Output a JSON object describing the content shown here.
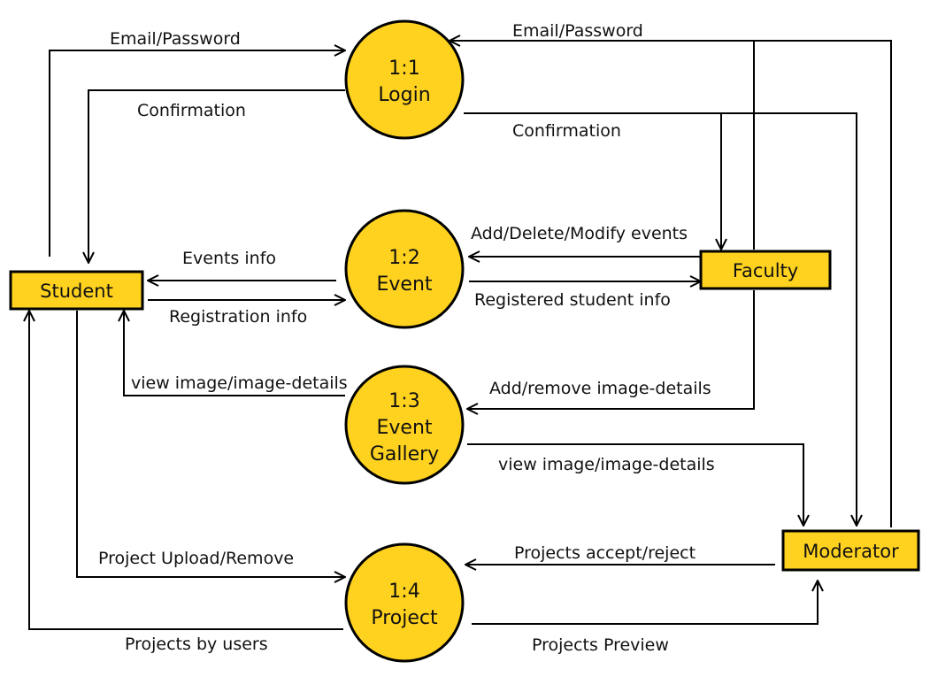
{
  "colors": {
    "fill": "#FFD21F",
    "stroke": "#000000",
    "line": "#000000",
    "text": "#111111"
  },
  "entities": {
    "student": "Student",
    "faculty": "Faculty",
    "moderator": "Moderator"
  },
  "processes": {
    "p1": {
      "id": "1:1",
      "name": "Login"
    },
    "p2": {
      "id": "1:2",
      "name": "Event"
    },
    "p3": {
      "id": "1:3",
      "name1": "Event",
      "name2": "Gallery"
    },
    "p4": {
      "id": "1:4",
      "name": "Project"
    }
  },
  "flows": {
    "student_login": "Email/Password",
    "login_student": "Confirmation",
    "moderator_login": "Email/Password",
    "login_faculty": "Confirmation",
    "faculty_event": "Add/Delete/Modify events",
    "event_faculty": "Registered student info",
    "event_student": "Events info",
    "student_event": "Registration info",
    "gallery_student": "view image/image-details",
    "faculty_gallery": "Add/remove image-details",
    "gallery_moderator": "view image/image-details",
    "student_project": "Project Upload/Remove",
    "moderator_project": "Projects accept/reject",
    "project_student": "Projects by users",
    "project_moderator": "Projects Preview"
  }
}
